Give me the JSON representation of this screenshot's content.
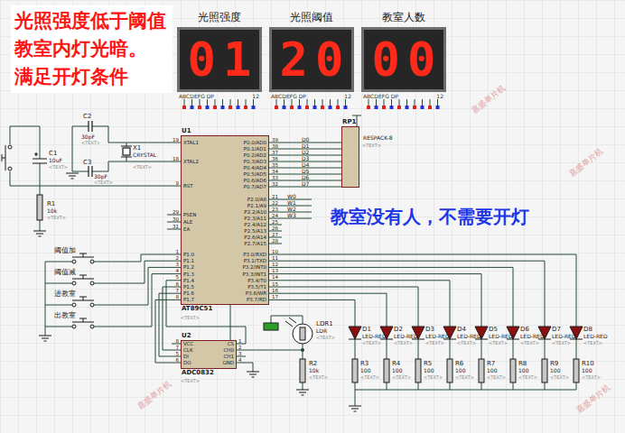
{
  "diagram": {
    "nodes": [
      {
        "text": [
          "光照强度",
          "01"
        ]
      },
      {
        "text": [
          "光照阈值",
          "20"
        ]
      },
      {
        "text": [
          "教室人数",
          "00"
        ]
      },
      {
        "text": [
          "U1",
          "AT89C51"
        ]
      },
      {
        "text": [
          "RP1",
          "RESPACK-8"
        ]
      },
      {
        "text": [
          "U2",
          "ADC0832"
        ]
      }
    ],
    "edges": [
      {
        "from": 3,
        "to": 4,
        "arrow": "none"
      },
      {
        "from": 3,
        "to": 5,
        "arrow": "none"
      }
    ],
    "labels": [
      "光照强度低于阈值 教室内灯光暗。 满足开灯条件",
      "教室没有人，不需要开灯",
      "ABCDEFG DP",
      "ABCDEFG DP",
      "ABCDEFG DP",
      "12",
      "12",
      "12",
      "嘉盛单片机",
      "嘉盛单片机",
      "嘉盛单片机",
      "嘉盛单片机",
      "C2",
      "30pF",
      "<TEXT>",
      "C3",
      "30pF",
      "<TEXT>",
      "X1",
      "CRYSTAL",
      "<TEXT>",
      "C1",
      "10uF",
      "<TEXT>",
      "R1",
      "10k",
      "<TEXT>",
      "阈值加",
      "阈值减",
      "进教室",
      "出教室",
      "XTAL1",
      "XTAL2",
      "RST",
      "PSEN",
      "ALE",
      "EA",
      "P1.0",
      "P1.1",
      "P1.2",
      "P1.3",
      "P1.4",
      "P1.5",
      "P1.6",
      "P1.7",
      "19",
      "18",
      "9",
      "29",
      "30",
      "31",
      "1",
      "2",
      "3",
      "4",
      "5",
      "6",
      "7",
      "8",
      "P0.0/AD0",
      "P0.1/AD1",
      "P0.2/AD2",
      "P0.3/AD3",
      "P0.4/AD4",
      "P0.5/AD5",
      "P0.6/AD6",
      "P0.7/AD7",
      "P2.0/A8",
      "P2.1/A9",
      "P2.2/A10",
      "P2.3/A11",
      "P2.4/A12",
      "P2.5/A13",
      "P2.6/A14",
      "P2.7/A15",
      "P3.0/RXD",
      "P3.1/TXD",
      "P3.2/INT0",
      "P3.3/INT1",
      "P3.4/T0",
      "P3.5/T1",
      "P3.6/WR",
      "P3.7/RD",
      "39",
      "38",
      "37",
      "36",
      "35",
      "34",
      "33",
      "32",
      "21",
      "22",
      "23",
      "24",
      "25",
      "26",
      "27",
      "28",
      "10",
      "11",
      "12",
      "13",
      "14",
      "15",
      "16",
      "17",
      "D0",
      "D1",
      "D2",
      "D3",
      "D4",
      "D5",
      "D6",
      "D7",
      "W0",
      "W1",
      "W2",
      "W3",
      "<TEXT>",
      "<TEXT>",
      "<TEXT>",
      "VCC",
      "CLK",
      "DI",
      "DO",
      "CS",
      "CH0",
      "CH1",
      "GND",
      "8",
      "7",
      "5",
      "6",
      "1",
      "2",
      "3",
      "4",
      "LDR1",
      "LDR",
      "<TEXT>",
      "R2",
      "10k",
      "<TEXT>",
      "D1",
      "LED-RED",
      "<TEXT>",
      "D2",
      "LED-RED",
      "<TEXT>",
      "D3",
      "LED-RED",
      "<TEXT>",
      "D4",
      "LED-RED",
      "<TEXT>",
      "D5",
      "LED-RED",
      "<TEXT>",
      "D6",
      "LED-RED",
      "<TEXT>",
      "D7",
      "LED-RED",
      "<TEXT>",
      "D8",
      "LED-RED",
      "<TEXT>",
      "R3",
      "100",
      "<TEXT>",
      "R4",
      "100",
      "<TEXT>",
      "R5",
      "100",
      "<TEXT>",
      "R6",
      "100",
      "<TEXT>",
      "R7",
      "100",
      "<TEXT>",
      "R8",
      "100",
      "<TEXT>",
      "R9",
      "100",
      "<TEXT>",
      "R10",
      "100",
      "<TEXT>"
    ]
  }
}
